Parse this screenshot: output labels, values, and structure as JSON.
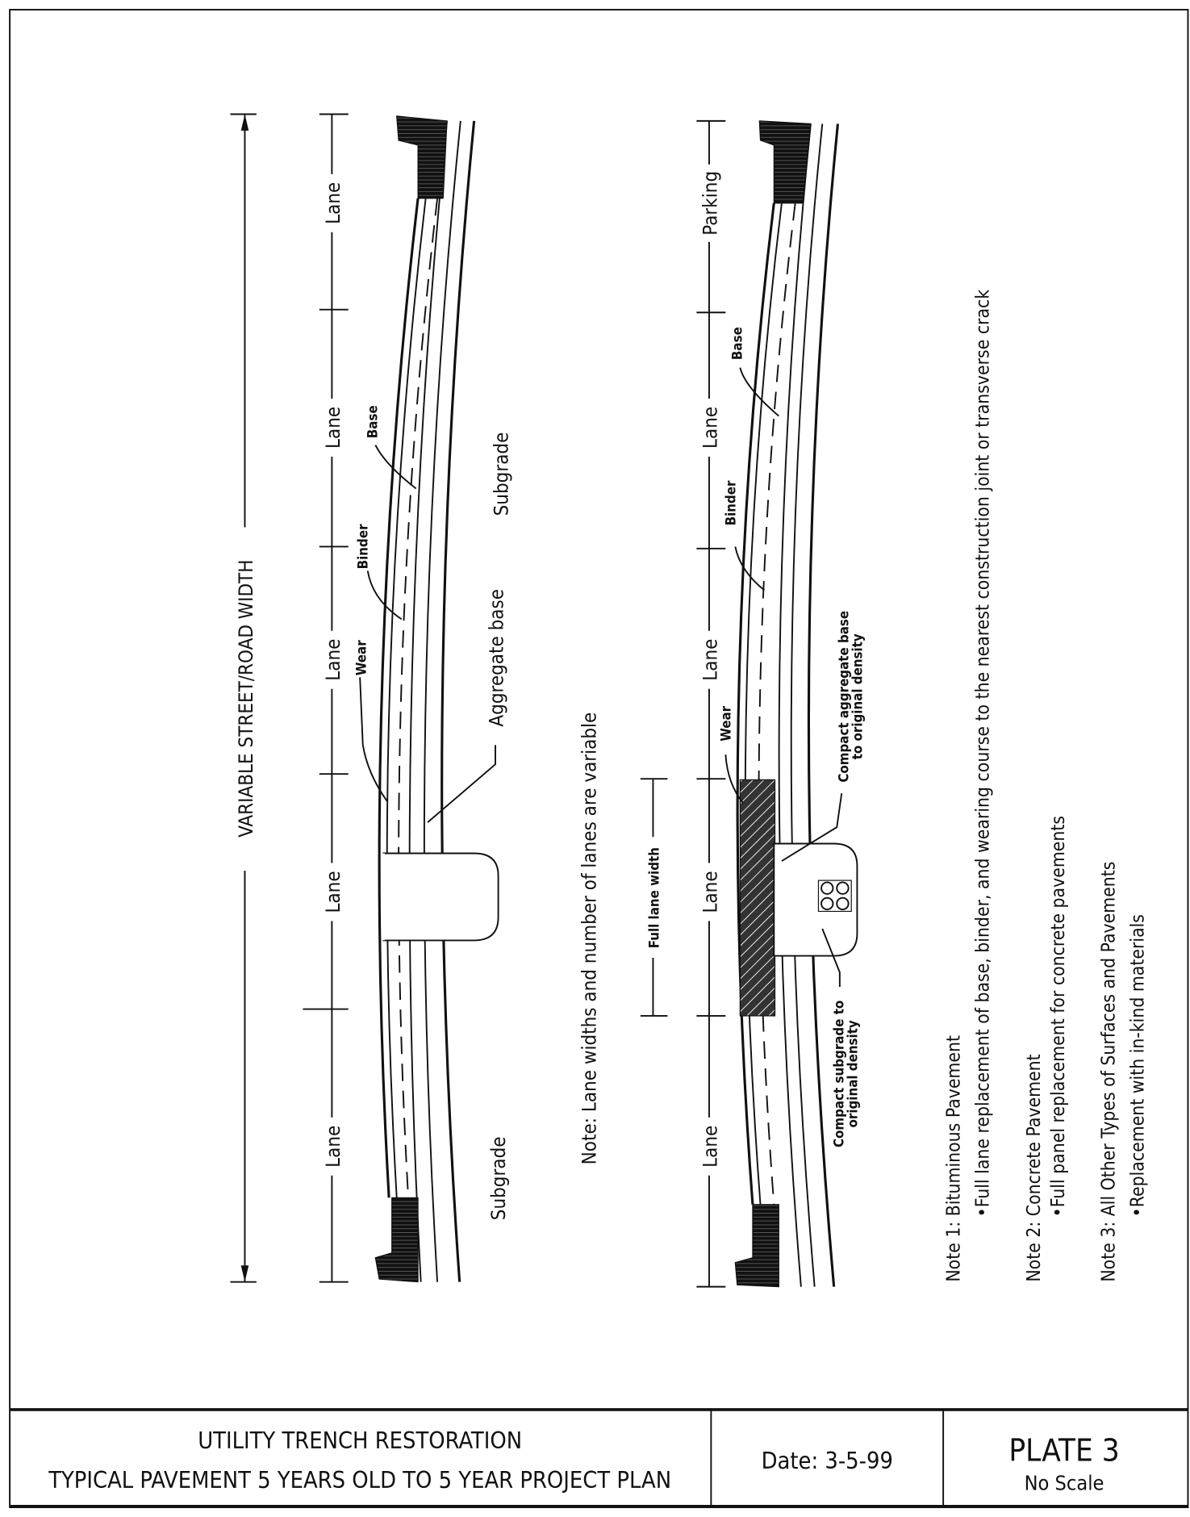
{
  "drawing": {
    "overall_dimension": "VARIABLE STREET/ROAD WIDTH",
    "left_section": {
      "lane_labels": [
        "Lane",
        "Lane",
        "Lane",
        "Lane",
        "Lane"
      ],
      "layer_labels": {
        "wear": "Wear",
        "binder": "Binder",
        "base": "Base",
        "aggregate": "Aggregate base"
      },
      "subgrade_top": "Subgrade",
      "subgrade_bottom": "Subgrade"
    },
    "lanes_note": "Note: Lane widths and number of lanes are variable",
    "right_section": {
      "lane_labels": [
        "Parking",
        "Lane",
        "Lane",
        "Lane",
        "Lane"
      ],
      "layer_labels": {
        "wear": "Wear",
        "binder": "Binder",
        "base": "Base"
      },
      "full_lane_width": "Full lane width",
      "compact_aggregate": [
        "Compact aggregate base",
        "to original density"
      ],
      "compact_subgrade": [
        "Compact subgrade to",
        "original density"
      ]
    },
    "notes": [
      {
        "title": "Note 1: Bituminous Pavement",
        "detail": "•Full lane replacement of base, binder, and wearing course to the nearest construction joint or transverse crack"
      },
      {
        "title": "Note 2: Concrete Pavement",
        "detail": "•Full panel replacement for concrete pavements"
      },
      {
        "title": "Note 3: All Other Types of Surfaces and Pavements",
        "detail": "•Replacement with in-kind materials"
      }
    ]
  },
  "title_block": {
    "title_line1": "UTILITY TRENCH RESTORATION",
    "title_line2": "TYPICAL PAVEMENT 5 YEARS OLD TO 5 YEAR PROJECT PLAN",
    "date": "Date: 3-5-99",
    "plate": "PLATE 3",
    "scale": "No Scale"
  }
}
